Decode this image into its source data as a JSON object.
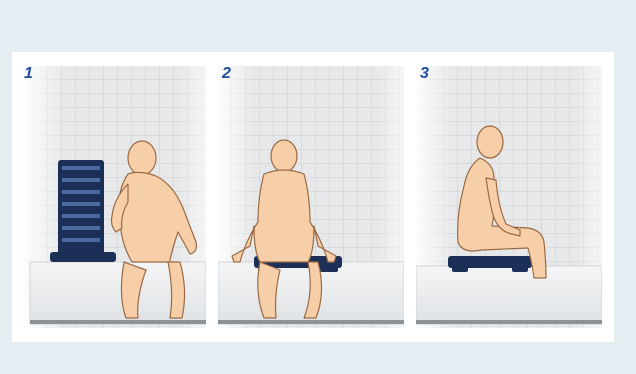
{
  "steps": [
    {
      "number": "1"
    },
    {
      "number": "2"
    },
    {
      "number": "3"
    }
  ],
  "colors": {
    "background": "#e4edf1",
    "card": "#ffffff",
    "tile_grout": "#c9ccd1",
    "tile_fill": "#e7e8ea",
    "skin": "#f6cfa8",
    "outline": "#9b6a44",
    "seat": "#1c2f57",
    "step_number": "#1f4f9c"
  },
  "icons": [
    "bath-lift-backrest-icon",
    "bath-lift-seat-icon",
    "person-figure-icon"
  ]
}
